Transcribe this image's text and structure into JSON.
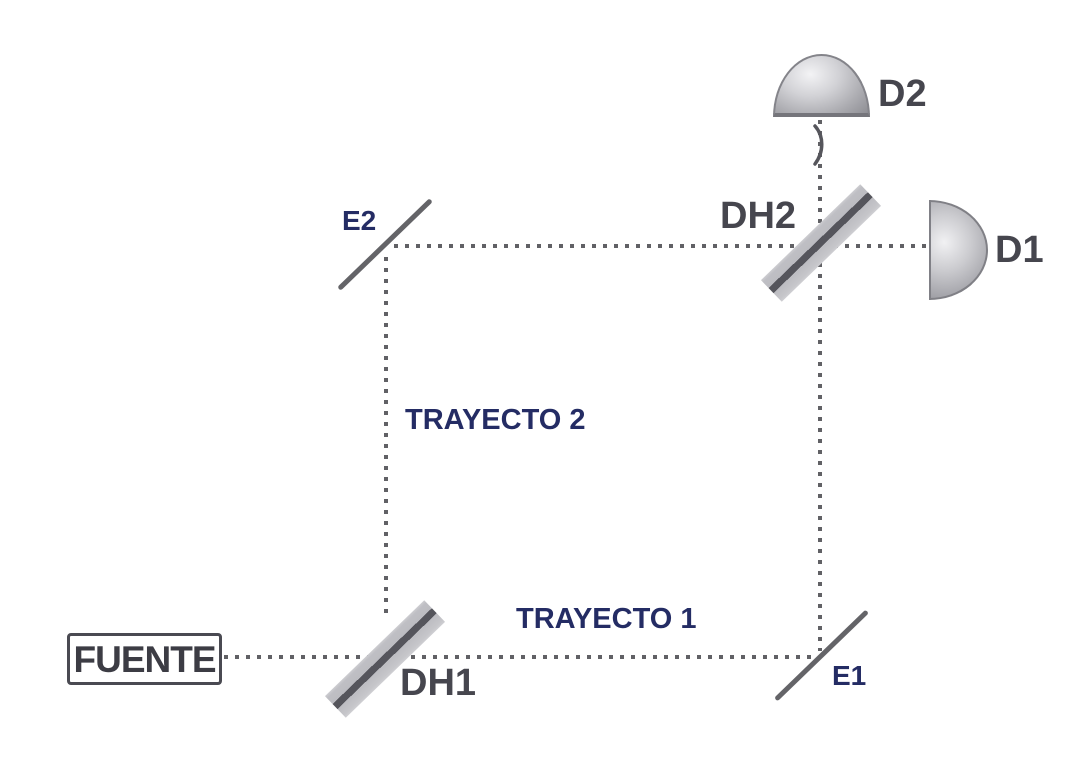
{
  "diagram": {
    "source": {
      "label": "FUENTE"
    },
    "beam_splitters": [
      {
        "label": "DH1"
      },
      {
        "label": "DH2"
      }
    ],
    "mirrors": [
      {
        "label": "E1"
      },
      {
        "label": "E2"
      }
    ],
    "detectors": [
      {
        "label": "D1"
      },
      {
        "label": "D2"
      }
    ],
    "paths": [
      {
        "label": "TRAYECTO 1"
      },
      {
        "label": "TRAYECTO 2"
      }
    ],
    "colors": {
      "background": "#ffffff",
      "beam_dots": "#616165",
      "component_gray": "#46464e",
      "splitter_fill": "#bfbfc4",
      "splitter_stripe": "#55555c",
      "path_label_navy": "#242c64",
      "source_border": "#4a4a52"
    }
  }
}
